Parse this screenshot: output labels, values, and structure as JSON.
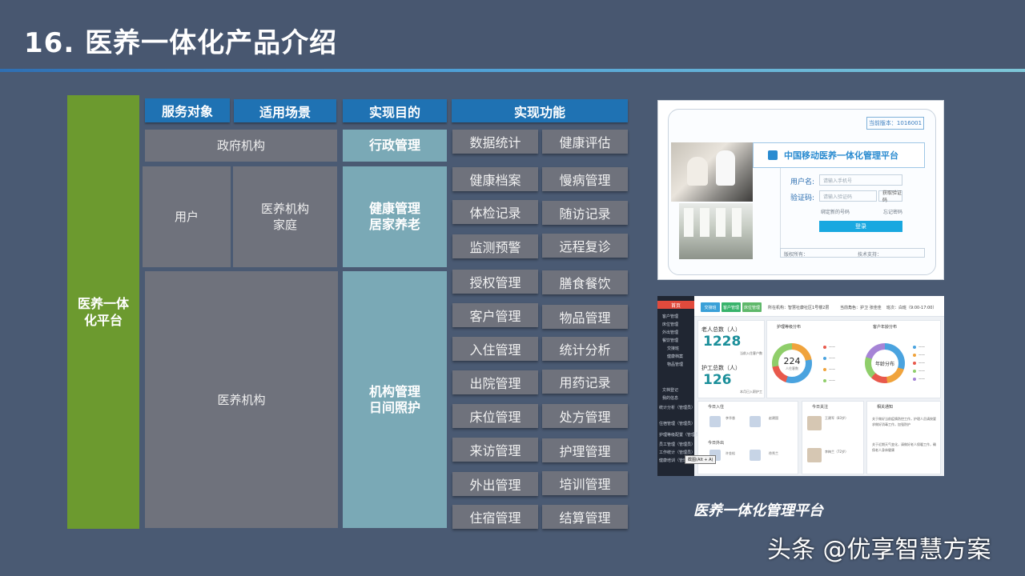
{
  "page": {
    "title": "16. 医养一体化产品介绍"
  },
  "colors": {
    "background": "#4a5a73",
    "header_blue": "#1f72b3",
    "cell_grey": "#6f727c",
    "cell_teal": "#7aa9b6",
    "platform_green": "#6c9a2f"
  },
  "table": {
    "platform": "医养一体化平台",
    "headers": {
      "service_target": "服务对象",
      "scenario": "适用场景",
      "purpose": "实现目的",
      "functions": "实现功能"
    },
    "targets": {
      "government": "政府机构",
      "user": "用户",
      "family_org": [
        "医养机构",
        "家庭"
      ],
      "org": "医养机构"
    },
    "purposes": {
      "admin": "行政管理",
      "health": [
        "健康管理",
        "居家养老"
      ],
      "institution": [
        "机构管理",
        "日间照护"
      ]
    },
    "functions": [
      [
        "数据统计",
        "健康评估"
      ],
      [
        "健康档案",
        "慢病管理"
      ],
      [
        "体检记录",
        "随访记录"
      ],
      [
        "监测预警",
        "远程复诊"
      ],
      [
        "授权管理",
        "膳食餐饮"
      ],
      [
        "客户管理",
        "物品管理"
      ],
      [
        "入住管理",
        "统计分析"
      ],
      [
        "出院管理",
        "用药记录"
      ],
      [
        "床位管理",
        "处方管理"
      ],
      [
        "来访管理",
        "护理管理"
      ],
      [
        "外出管理",
        "培训管理"
      ],
      [
        "住宿管理",
        "结算管理"
      ]
    ]
  },
  "login_shot": {
    "version": "当前版本：1016001",
    "platform_title": "中国移动医养一体化管理平台",
    "username_label": "用户名:",
    "username_placeholder": "请输入手机号",
    "code_label": "验证码:",
    "code_placeholder": "请输入验证码",
    "get_code": "获取验证码",
    "bind_phone": "绑定新的号码",
    "forgot": "忘记密码",
    "login_btn": "登录",
    "footer_left": "版权所有：",
    "footer_right": "技术支持："
  },
  "dashboard_shot": {
    "home": "首页",
    "sidebar": [
      "客户管理",
      "床位管理",
      "外出管理",
      "餐饮管理",
      "交接班",
      "健康档案",
      "物品管理",
      "文档登记",
      "我的信息",
      "统计分析（管理员）",
      "住宿管理（管理员）",
      "护理等级配置（管理员）",
      "员工管理（管理员）",
      "工作统计（管理员）",
      "健康培训（管理员）"
    ],
    "top_buttons": [
      "交接班",
      "客户管理",
      "床位管理"
    ],
    "top_info": [
      "所在机构：智慧社康社区1号楼2层",
      "当前角色：护卫 张佳佳",
      "班次：白班（9:00-17:00）"
    ],
    "elderly_total_label": "老人总数（人）",
    "elderly_total": "1228",
    "elderly_sub": "当前入住客户数",
    "nurse_total_label": "护工总数（人）",
    "nurse_total": "126",
    "nurse_sub": "本月已入职护工",
    "nursing_dist": "护理等级分布",
    "donut1_value": "224",
    "donut1_caption": "人住客数",
    "age_dist": "客户年龄分布",
    "donut2_caption": "年龄分布",
    "today_checkin": "今日入住",
    "today_out": "今日外出",
    "today_attention": "今日关注",
    "notice": "相关通知",
    "names": [
      "李华香",
      "赵建国",
      "许金松",
      "徐秀兰"
    ],
    "attention_names": [
      "王建军（83岁）",
      "李梅兰（72岁）"
    ],
    "notice_1": "关于做好当前疫情防控工作，护理人员请按要求做好消毒工作，加强防护",
    "notice_2": "关于近期天气变化，请做好老人保暖工作，确保老人身体健康",
    "tooltip": "截图(Alt + A)"
  },
  "caption": "医养一体化管理平台",
  "watermark": "头条 @优享智慧方案"
}
